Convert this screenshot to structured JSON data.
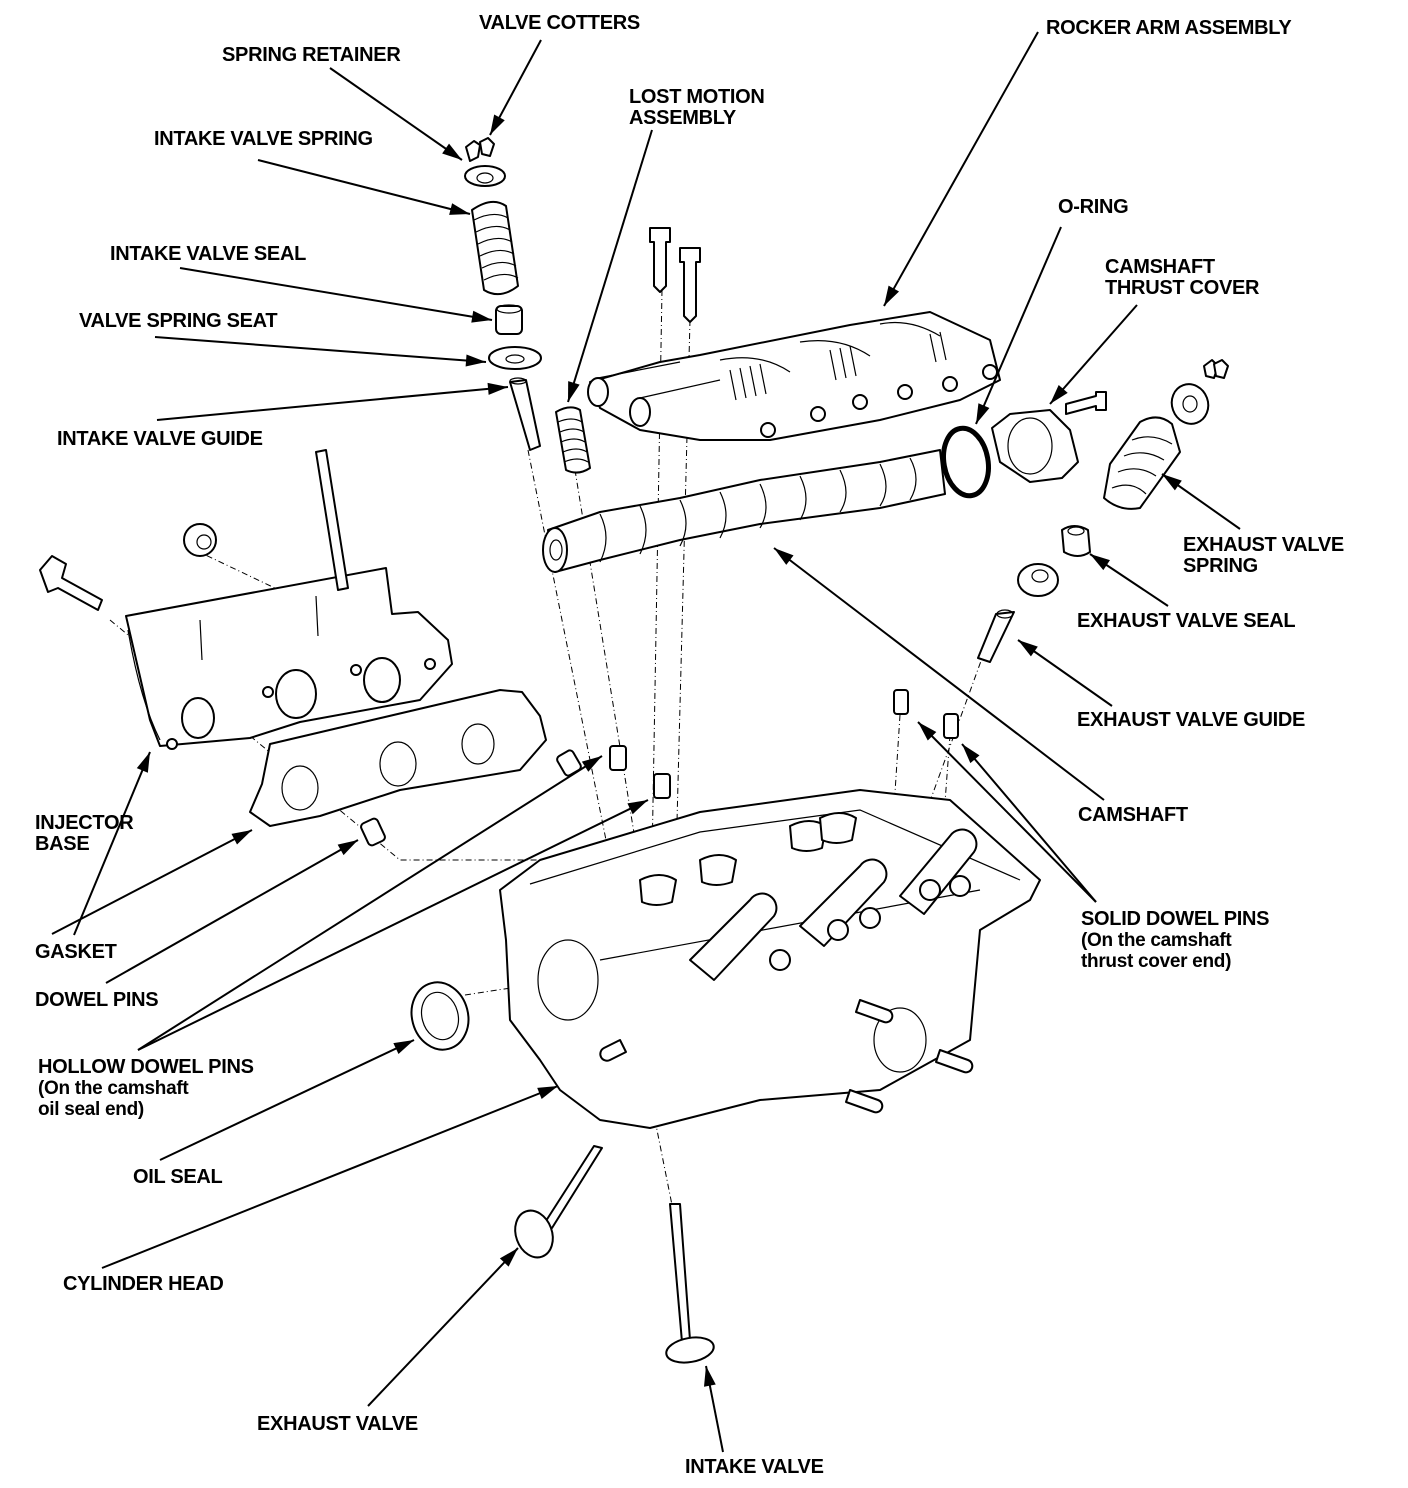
{
  "diagram": {
    "title": "Cylinder Head Exploded View",
    "colors": {
      "ink": "#000000",
      "background": "#ffffff"
    },
    "labels": {
      "valve_cotters": [
        "VALVE COTTERS"
      ],
      "spring_retainer": [
        "SPRING RETAINER"
      ],
      "intake_valve_spring": [
        "INTAKE VALVE SPRING"
      ],
      "intake_valve_seal": [
        "INTAKE VALVE SEAL"
      ],
      "valve_spring_seat": [
        "VALVE SPRING SEAT"
      ],
      "intake_valve_guide": [
        "INTAKE VALVE GUIDE"
      ],
      "lost_motion_assembly": [
        "LOST MOTION",
        "ASSEMBLY"
      ],
      "rocker_arm_assembly": [
        "ROCKER ARM ASSEMBLY"
      ],
      "o_ring": [
        "O-RING"
      ],
      "camshaft_thrust_cover": [
        "CAMSHAFT",
        "THRUST COVER"
      ],
      "exhaust_valve_spring": [
        "EXHAUST VALVE",
        "SPRING"
      ],
      "exhaust_valve_seal": [
        "EXHAUST VALVE SEAL"
      ],
      "exhaust_valve_guide": [
        "EXHAUST VALVE GUIDE"
      ],
      "camshaft": [
        "CAMSHAFT"
      ],
      "solid_dowel_pins": [
        "SOLID DOWEL PINS",
        "(On the camshaft",
        "thrust cover end)"
      ],
      "injector_base": [
        "INJECTOR",
        "BASE"
      ],
      "gasket": [
        "GASKET"
      ],
      "dowel_pins": [
        "DOWEL PINS"
      ],
      "hollow_dowel_pins": [
        "HOLLOW DOWEL PINS",
        "(On the camshaft",
        "oil seal end)"
      ],
      "oil_seal": [
        "OIL SEAL"
      ],
      "cylinder_head": [
        "CYLINDER HEAD"
      ],
      "exhaust_valve": [
        "EXHAUST VALVE"
      ],
      "intake_valve": [
        "INTAKE VALVE"
      ]
    }
  }
}
